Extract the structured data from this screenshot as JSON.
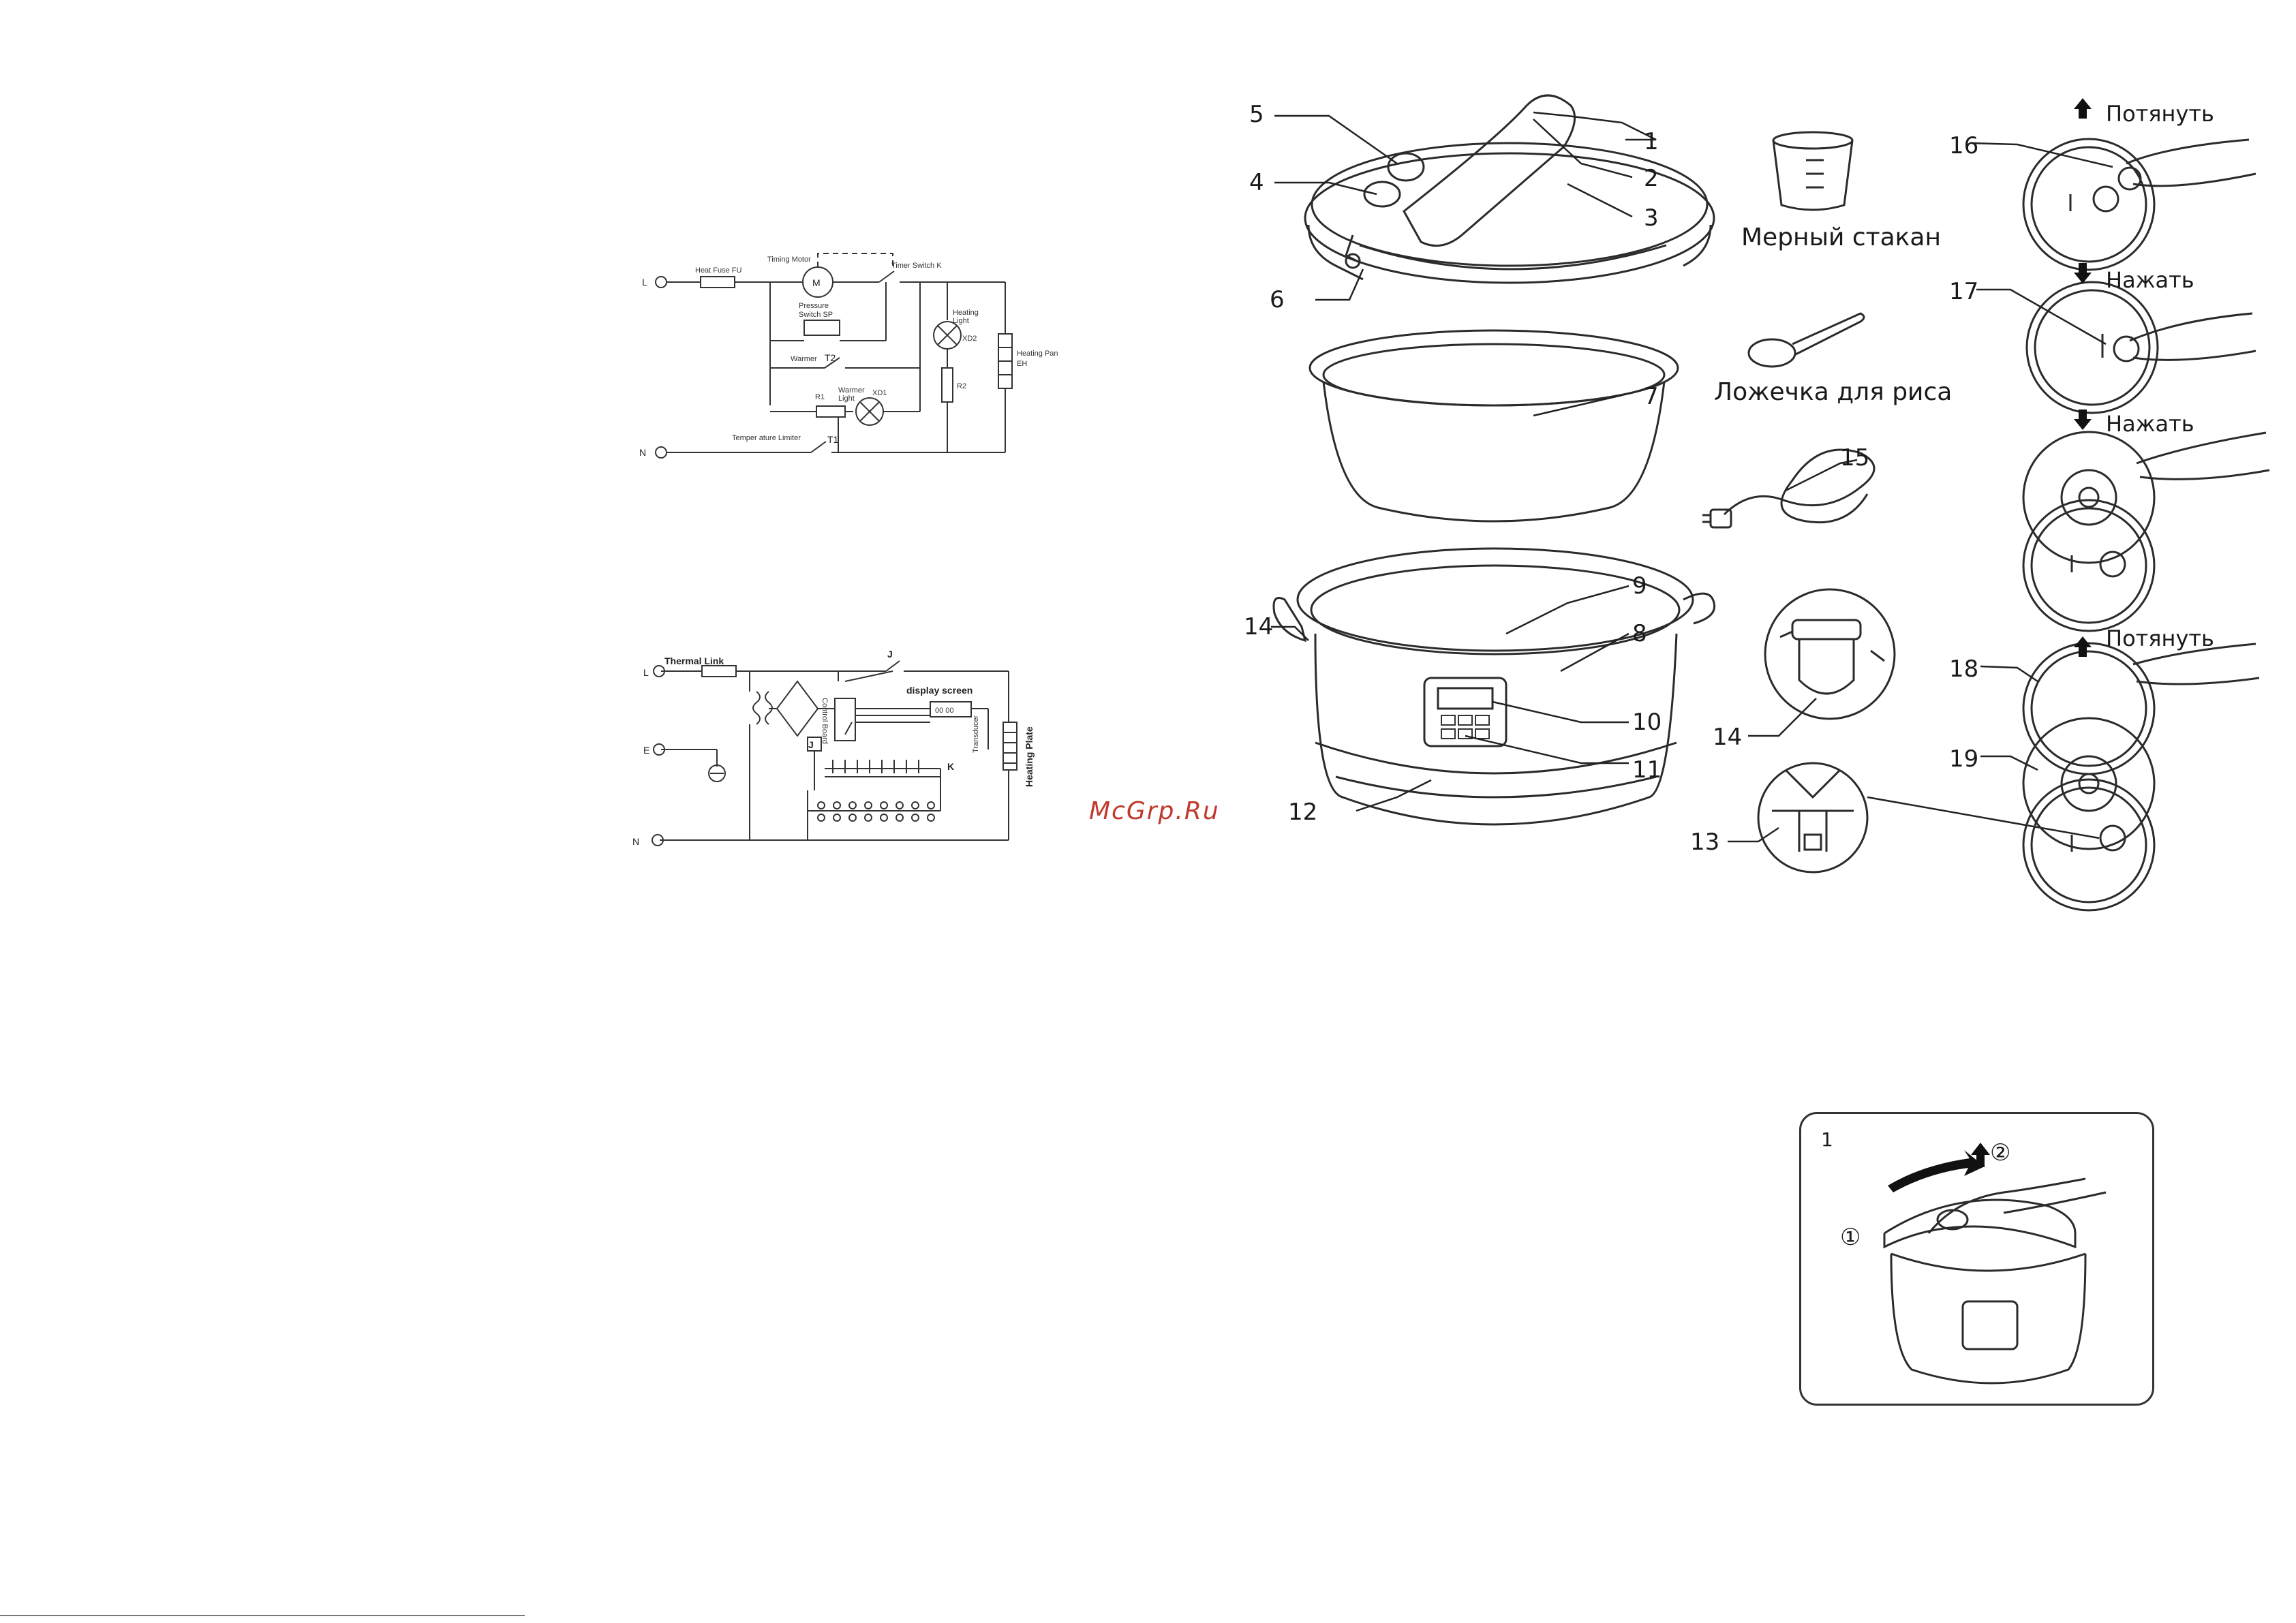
{
  "watermark": "McGrp.Ru",
  "circuit1": {
    "terminal_L": "L",
    "terminal_N": "N",
    "labels": {
      "heat_fuse": "Heat Fuse FU",
      "timing_motor": "Timing Motor",
      "motor": "M",
      "timer_switch": "Timer Switch K",
      "pressure_switch_1": "Pressure",
      "pressure_switch_2": "Switch SP",
      "heating_light_1": "Heating",
      "heating_light_2": "Light",
      "xd2": "XD2",
      "heating_pan_1": "Heating Pan",
      "heating_pan_2": "EH",
      "warmer": "Warmer",
      "t2": "T2",
      "r1": "R1",
      "warmer_light_1": "Warmer",
      "warmer_light_2": "Light",
      "xd1": "XD1",
      "r2": "R2",
      "temp_limiter": "Temper ature Limiter",
      "t1": "T1"
    }
  },
  "circuit2": {
    "terminal_L": "L",
    "terminal_E": "E",
    "terminal_N": "N",
    "thermal_link": "Thermal Link",
    "j": "J",
    "display_screen": "display screen",
    "display_value": "00 00",
    "control_board": "Control Board",
    "transducer": "Transducer",
    "heating_plate": "Heating Plate",
    "k": "K"
  },
  "parts_diagram": {
    "callouts": [
      "1",
      "2",
      "3",
      "4",
      "5",
      "6",
      "7",
      "8",
      "9",
      "10",
      "11",
      "12",
      "13",
      "14",
      "14",
      "15"
    ],
    "measuring_cup": "Мерный стакан",
    "rice_spoon": "Ложечка для риса"
  },
  "lid_steps": {
    "pull_1": "Потянуть",
    "press_1": "Нажать",
    "press_2": "Нажать",
    "pull_2": "Потянуть",
    "callouts": [
      "16",
      "17",
      "18",
      "19"
    ]
  },
  "opening_figure": {
    "figure_number": "1",
    "step_1": "①",
    "step_2": "②"
  }
}
